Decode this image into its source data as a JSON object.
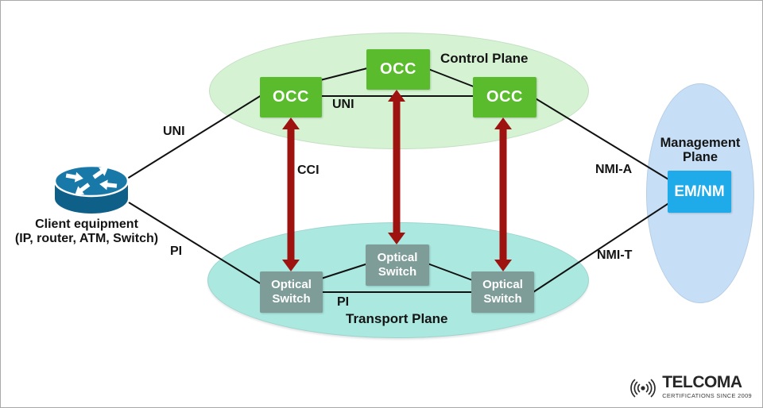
{
  "planes": {
    "control": {
      "label": "Control Plane",
      "color": "#d5f2d3"
    },
    "transport": {
      "label": "Transport Plane",
      "color": "#abe8e0"
    },
    "management": {
      "label": "Management Plane",
      "color": "#c6dff7"
    }
  },
  "nodes": {
    "occ_left": {
      "label": "OCC",
      "color": "#5abc2c"
    },
    "occ_mid": {
      "label": "OCC",
      "color": "#5abc2c"
    },
    "occ_right": {
      "label": "OCC",
      "color": "#5abc2c"
    },
    "switch_left": {
      "label": "Optical Switch",
      "color": "#7e9c98"
    },
    "switch_mid": {
      "label": "Optical Switch",
      "color": "#7e9c98"
    },
    "switch_right": {
      "label": "Optical Switch",
      "color": "#7e9c98"
    },
    "em_nm": {
      "label": "EM/NM",
      "color": "#1faae9"
    }
  },
  "client": {
    "line1": "Client equipment",
    "line2": "(IP, router, ATM, Switch)",
    "icon": "router-icon",
    "color": "#1878a8"
  },
  "interfaces": {
    "uni_client": "UNI",
    "uni_nni": "UNI",
    "cci": "CCI",
    "pi_client": "PI",
    "pi_transport": "PI",
    "nmi_a": "NMI-A",
    "nmi_t": "NMI-T"
  },
  "logo": {
    "brand": "TELCOMA",
    "tagline": "CERTIFICATIONS SINCE 2009",
    "icon": "signal-waves-icon"
  },
  "colors": {
    "arrow": "#9e1310",
    "line": "#111111",
    "text": "#141414"
  }
}
